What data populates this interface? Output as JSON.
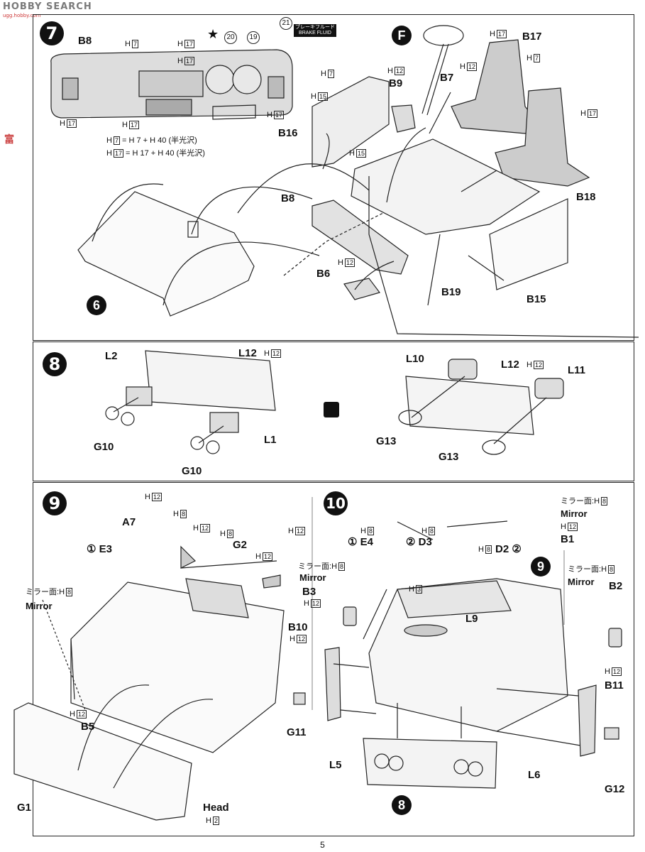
{
  "watermark": {
    "brand": "HOBBY SEARCH",
    "url": "ugg.hobby.com",
    "side": "富"
  },
  "page_number": "5",
  "step7": {
    "number": "7",
    "dash_label": "B8",
    "h7": "H",
    "h7n": "7",
    "h17a": "H",
    "h17n": "17",
    "num20": "20",
    "num19": "19",
    "num21": "21",
    "brake_jp": "ブレーキフルード",
    "brake_en": "BRAKE FLUID",
    "mix1": "= H 7 + H 40 (半光沢)",
    "mix2": "= H 17 + H 40 (半光沢)",
    "parts": {
      "f": "F",
      "b17": "B17",
      "b18": "B18",
      "b9": "B9",
      "b7": "B7",
      "b16": "B16",
      "b8": "B8",
      "b6": "B6",
      "b19": "B19",
      "b15": "B15",
      "ref6": "6"
    },
    "colors": {
      "h7": "7",
      "h12": "12",
      "h15": "15",
      "h17": "17"
    }
  },
  "step8": {
    "number": "8",
    "parts": {
      "l2": "L2",
      "l12a": "L12",
      "g10a": "G10",
      "g10b": "G10",
      "l1": "L1",
      "l10": "L10",
      "l12b": "L12",
      "l11": "L11",
      "g13a": "G13",
      "g13b": "G13"
    },
    "h12": "12"
  },
  "step9": {
    "number": "9",
    "parts": {
      "a7": "A7",
      "e3": "① E3",
      "g2": "G2",
      "b5": "B5",
      "g1": "G1",
      "head": "Head"
    },
    "mirror_jp": "ミラー面:",
    "mirror_en": "Mirror",
    "h8": "8",
    "h12": "12",
    "h2": "2"
  },
  "step10": {
    "number": "10",
    "parts": {
      "e4": "① E4",
      "d3": "② D3",
      "d2": "D2 ②",
      "b3": "B3",
      "b10": "B10",
      "l9": "L9",
      "b1": "B1",
      "b2": "B2",
      "b11": "B11",
      "g11": "G11",
      "l5": "L5",
      "l6": "L6",
      "g12": "G12",
      "ref9": "9",
      "ref8": "8"
    },
    "mirror_jp": "ミラー面:",
    "mirror_en": "Mirror",
    "h3": "3",
    "h8": "8",
    "h12": "12"
  }
}
